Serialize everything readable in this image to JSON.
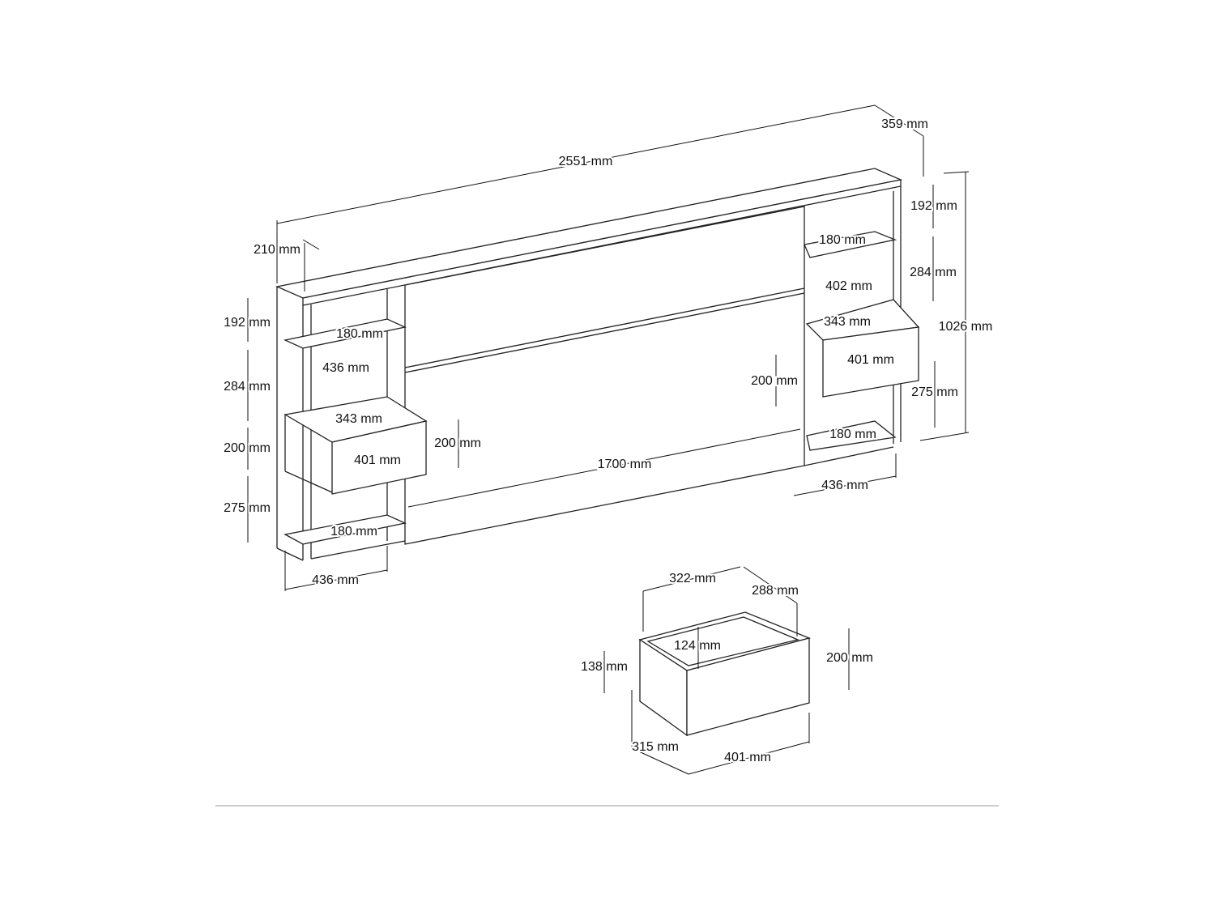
{
  "headboard": {
    "overall_width": "2551 mm",
    "overall_depth": "359 mm",
    "top_depth": "210 mm",
    "overall_height": "1026 mm",
    "center_panel_width": "1700 mm",
    "right": {
      "top_gap": "192 mm",
      "shelf_top": "180 mm",
      "middle_gap": "284 mm",
      "drawer_depth": "402 mm",
      "drawer_top": "343 mm",
      "drawer_width": "401 mm",
      "drawer_height": "200 mm",
      "bottom_gap": "275 mm",
      "shelf_bottom": "180 mm",
      "unit_width": "436 mm"
    },
    "left": {
      "top_gap": "192 mm",
      "shelf_top": "180 mm",
      "shelf_width": "436 mm",
      "middle_gap": "284 mm",
      "drawer_top": "343 mm",
      "drawer_gap": "200 mm",
      "drawer_height": "200 mm",
      "drawer_width": "401 mm",
      "bottom_gap": "275 mm",
      "shelf_bottom": "180 mm",
      "unit_width": "436 mm"
    }
  },
  "drawer": {
    "inner_width": "322 mm",
    "inner_depth": "288 mm",
    "inner_height": "124 mm",
    "front_height": "200 mm",
    "side_height": "138 mm",
    "depth": "315 mm",
    "width": "401 mm"
  }
}
